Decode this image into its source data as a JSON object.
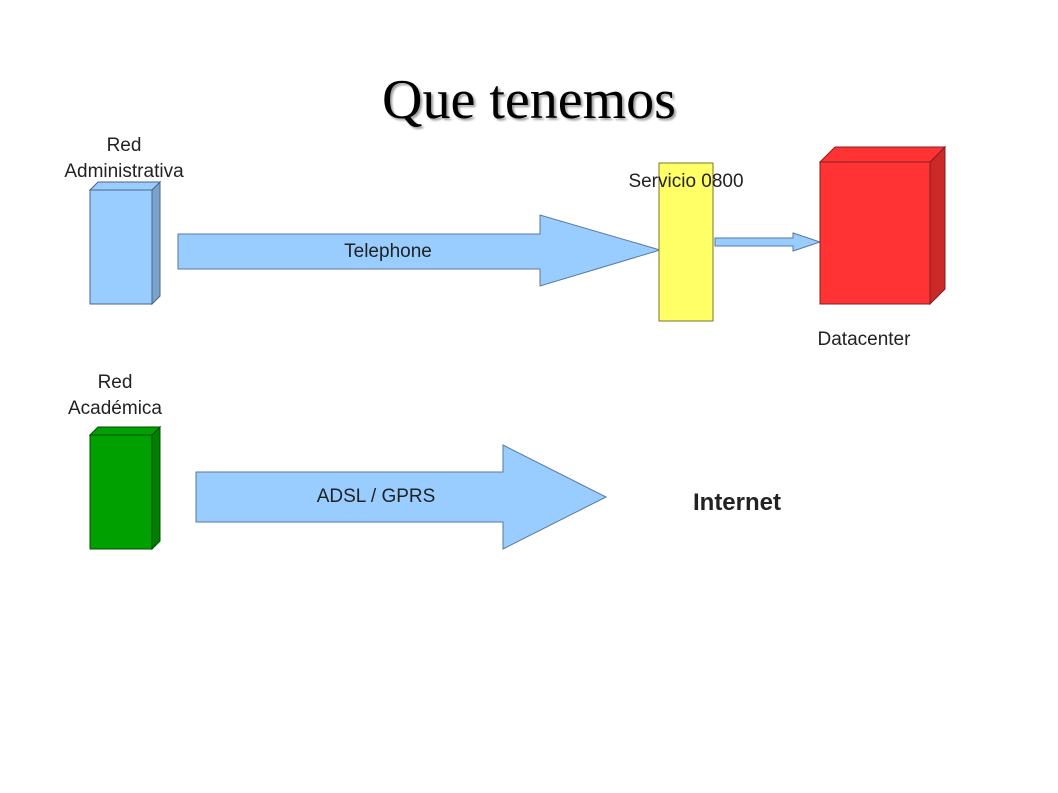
{
  "slide": {
    "title": "Que tenemos"
  },
  "diagram": {
    "red_administrativa": {
      "label_line1": "Red",
      "label_line2": "Administrativa",
      "color_front": "#99ccff",
      "color_side": "#7aa3cc"
    },
    "telephone_arrow": {
      "label": "Telephone",
      "color": "#99ccff"
    },
    "servicio_0800": {
      "label": "Servicio 0800",
      "color": "#ffff66"
    },
    "link_arrow": {
      "color": "#99ccff"
    },
    "datacenter": {
      "label": "Datacenter",
      "color_front": "#ff3333",
      "color_side": "#cc2929"
    },
    "red_academica": {
      "label_line1": "Red",
      "label_line2": "Académica",
      "color_front": "#00a000",
      "color_side": "#008000"
    },
    "adsl_arrow": {
      "label": "ADSL / GPRS",
      "color": "#99ccff"
    },
    "internet": {
      "label": "Internet"
    }
  }
}
